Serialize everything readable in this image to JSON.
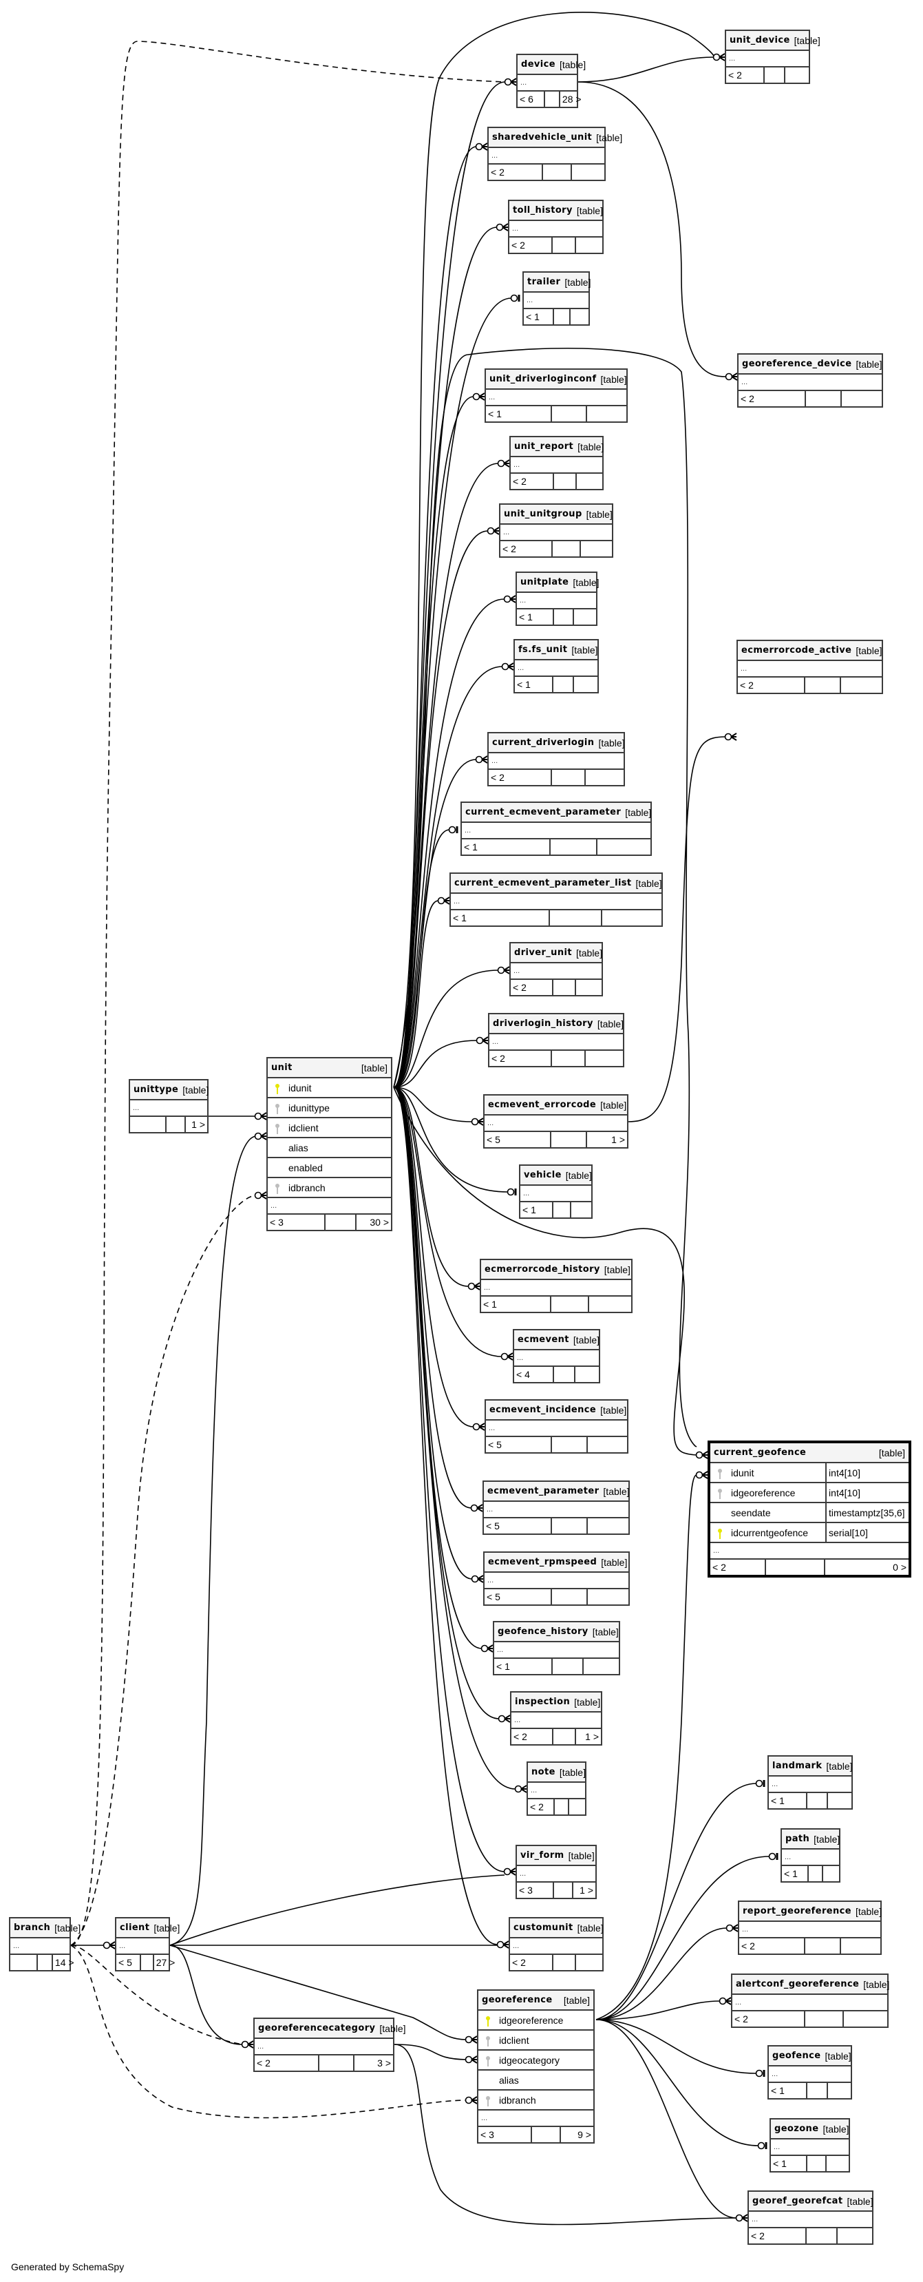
{
  "footer": "Generated by SchemaSpy",
  "table_tag": "[table]",
  "ellipsis": "...",
  "tables": {
    "unit_device": {
      "name": "unit_device",
      "parents": "< 2",
      "children": ""
    },
    "device": {
      "name": "device",
      "parents": "< 6",
      "children": "28 >"
    },
    "sharedvehicle_unit": {
      "name": "sharedvehicle_unit",
      "parents": "< 2",
      "children": ""
    },
    "toll_history": {
      "name": "toll_history",
      "parents": "< 2",
      "children": ""
    },
    "trailer": {
      "name": "trailer",
      "parents": "< 1",
      "children": ""
    },
    "georeference_device": {
      "name": "georeference_device",
      "parents": "< 2",
      "children": ""
    },
    "unit_driverloginconf": {
      "name": "unit_driverloginconf",
      "parents": "< 1",
      "children": ""
    },
    "unit_report": {
      "name": "unit_report",
      "parents": "< 2",
      "children": ""
    },
    "unit_unitgroup": {
      "name": "unit_unitgroup",
      "parents": "< 2",
      "children": ""
    },
    "unitplate": {
      "name": "unitplate",
      "parents": "< 1",
      "children": ""
    },
    "fs_fs_unit": {
      "name": "fs.fs_unit",
      "parents": "< 1",
      "children": ""
    },
    "ecmerrorcode_active": {
      "name": "ecmerrorcode_active",
      "parents": "< 2",
      "children": ""
    },
    "current_driverlogin": {
      "name": "current_driverlogin",
      "parents": "< 2",
      "children": ""
    },
    "current_ecmevent_parameter": {
      "name": "current_ecmevent_parameter",
      "parents": "< 1",
      "children": ""
    },
    "current_ecmevent_parameter_list": {
      "name": "current_ecmevent_parameter_list",
      "parents": "< 1",
      "children": ""
    },
    "driver_unit": {
      "name": "driver_unit",
      "parents": "< 2",
      "children": ""
    },
    "driverlogin_history": {
      "name": "driverlogin_history",
      "parents": "< 2",
      "children": ""
    },
    "ecmevent_errorcode": {
      "name": "ecmevent_errorcode",
      "parents": "< 5",
      "children": "1 >"
    },
    "vehicle": {
      "name": "vehicle",
      "parents": "< 1",
      "children": ""
    },
    "ecmerrorcode_history": {
      "name": "ecmerrorcode_history",
      "parents": "< 1",
      "children": ""
    },
    "ecmevent": {
      "name": "ecmevent",
      "parents": "< 4",
      "children": ""
    },
    "ecmevent_incidence": {
      "name": "ecmevent_incidence",
      "parents": "< 5",
      "children": ""
    },
    "ecmevent_parameter": {
      "name": "ecmevent_parameter",
      "parents": "< 5",
      "children": ""
    },
    "ecmevent_rpmspeed": {
      "name": "ecmevent_rpmspeed",
      "parents": "< 5",
      "children": ""
    },
    "geofence_history": {
      "name": "geofence_history",
      "parents": "< 1",
      "children": ""
    },
    "inspection": {
      "name": "inspection",
      "parents": "< 2",
      "children": "1 >"
    },
    "note": {
      "name": "note",
      "parents": "< 2",
      "children": ""
    },
    "vir_form": {
      "name": "vir_form",
      "parents": "< 3",
      "children": "1 >"
    },
    "customunit": {
      "name": "customunit",
      "parents": "< 2",
      "children": ""
    },
    "unittype": {
      "name": "unittype",
      "parents": "",
      "children": "1 >"
    },
    "branch": {
      "name": "branch",
      "parents": "",
      "children": "14 >"
    },
    "client": {
      "name": "client",
      "parents": "< 5",
      "children": "27 >"
    },
    "georeferencecategory": {
      "name": "georeferencecategory",
      "parents": "< 2",
      "children": "3 >"
    },
    "landmark": {
      "name": "landmark",
      "parents": "< 1",
      "children": ""
    },
    "path": {
      "name": "path",
      "parents": "< 1",
      "children": ""
    },
    "report_georeference": {
      "name": "report_georeference",
      "parents": "< 2",
      "children": ""
    },
    "alertconf_georeference": {
      "name": "alertconf_georeference",
      "parents": "< 2",
      "children": ""
    },
    "geofence": {
      "name": "geofence",
      "parents": "< 1",
      "children": ""
    },
    "geozone": {
      "name": "geozone",
      "parents": "< 1",
      "children": ""
    },
    "georef_georefcat": {
      "name": "georef_georefcat",
      "parents": "< 2",
      "children": ""
    },
    "unit": {
      "name": "unit",
      "parents": "< 3",
      "children": "30 >",
      "columns": [
        {
          "name": "idunit",
          "key": "primary"
        },
        {
          "name": "idunittype",
          "key": "foreign"
        },
        {
          "name": "idclient",
          "key": "foreign"
        },
        {
          "name": "alias",
          "key": ""
        },
        {
          "name": "enabled",
          "key": ""
        },
        {
          "name": "idbranch",
          "key": "foreign"
        }
      ]
    },
    "georeference": {
      "name": "georeference",
      "parents": "< 3",
      "children": "9 >",
      "columns": [
        {
          "name": "idgeoreference",
          "key": "primary"
        },
        {
          "name": "idclient",
          "key": "foreign"
        },
        {
          "name": "idgeocategory",
          "key": "foreign"
        },
        {
          "name": "alias",
          "key": ""
        },
        {
          "name": "idbranch",
          "key": "foreign"
        }
      ]
    },
    "current_geofence": {
      "name": "current_geofence",
      "parents": "< 2",
      "children": "0 >",
      "columns": [
        {
          "name": "idunit",
          "type": "int4[10]",
          "key": "foreign"
        },
        {
          "name": "idgeoreference",
          "type": "int4[10]",
          "key": "foreign"
        },
        {
          "name": "seendate",
          "type": "timestamptz[35,6]",
          "key": ""
        },
        {
          "name": "idcurrentgeofence",
          "type": "serial[10]",
          "key": "primary"
        }
      ]
    }
  }
}
